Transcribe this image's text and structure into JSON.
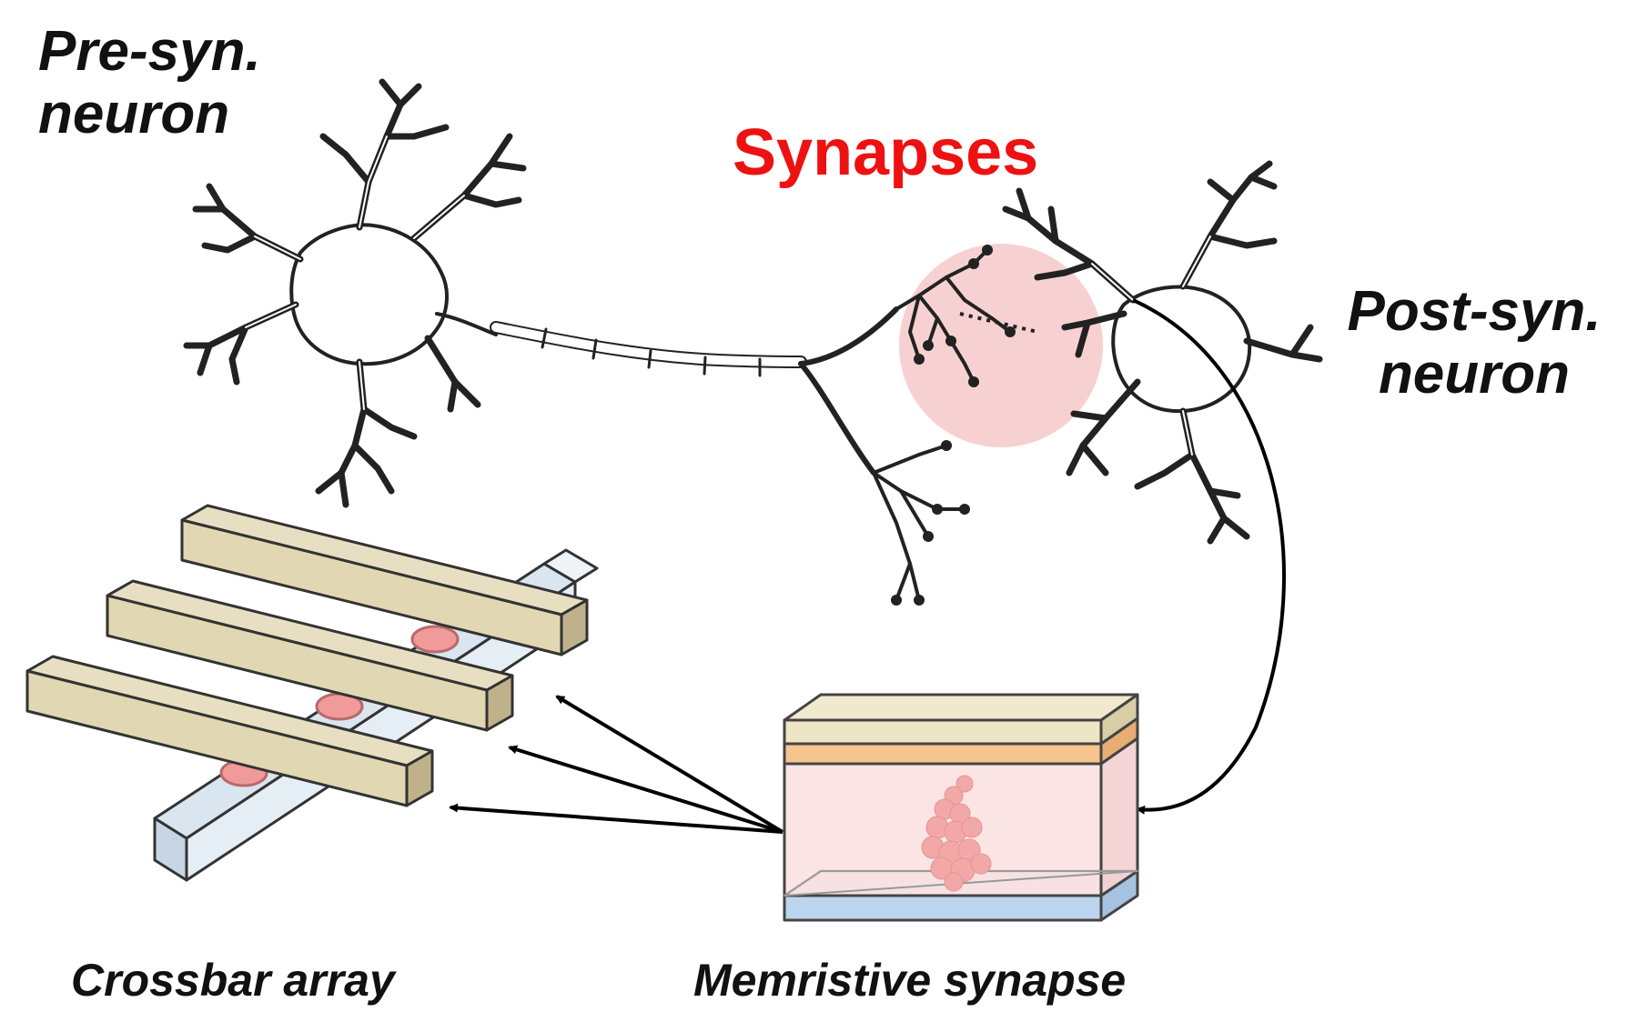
{
  "labels": {
    "pre_neuron": "Pre-syn. neuron",
    "post_neuron": "Post-syn. neuron",
    "synapses": "Synapses",
    "crossbar": "Crossbar array",
    "memristive": "Memristive synapse"
  },
  "colors": {
    "ink": "#222222",
    "synapse_highlight": "#f4c2c2",
    "synapse_label": "#ee1111",
    "crossbar_top": "#e1d7b3",
    "crossbar_side": "#bfb28a",
    "crossbar_bottom_bar": "#d9e5ef",
    "memristor_dot": "#f09a9a",
    "device_top": "#eee5c6",
    "device_orange": "#f6c48d",
    "device_body": "#fbe1e1",
    "device_base": "#bcd5ee"
  }
}
